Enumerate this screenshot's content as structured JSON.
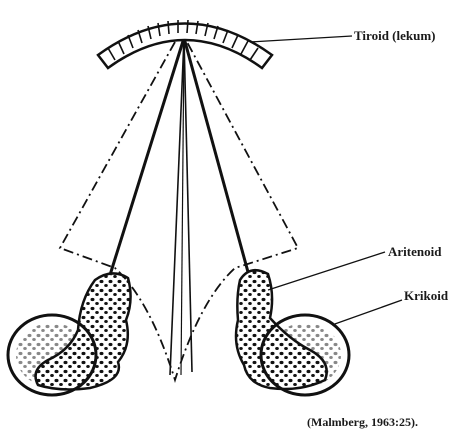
{
  "labels": {
    "thyroid": "Tiroid (lekum)",
    "arytenoid": "Aritenoid",
    "cricoid": "Krikoid"
  },
  "caption": "(Malmberg, 1963:25)."
}
